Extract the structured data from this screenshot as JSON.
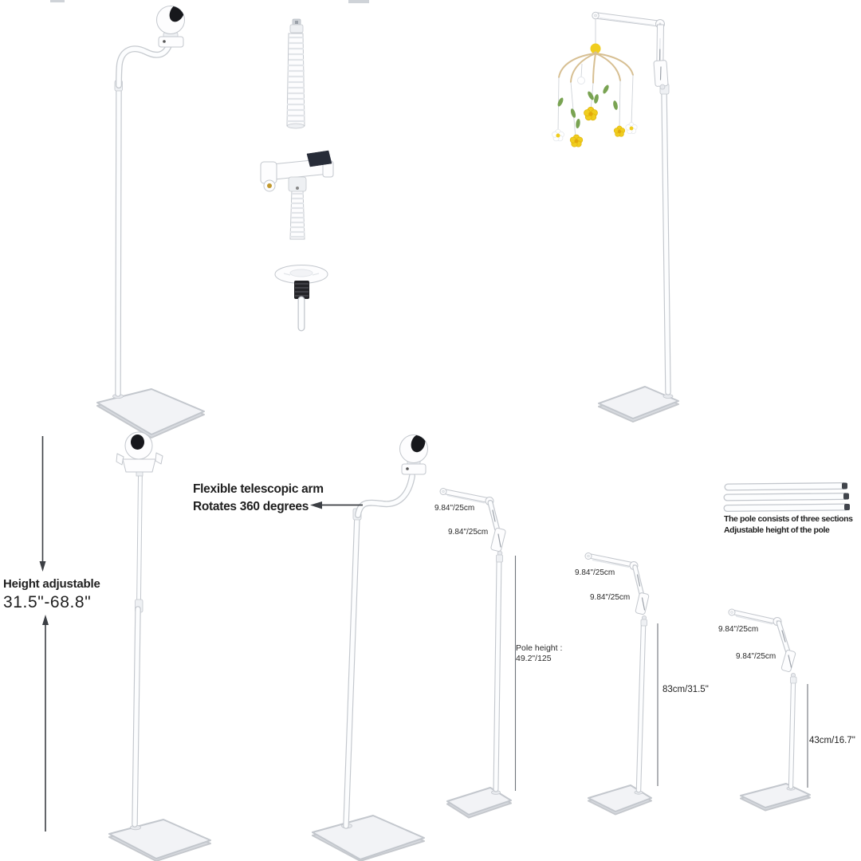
{
  "annotations": {
    "flexible_arm": {
      "line1": "Flexible telescopic arm",
      "line2": "Rotates 360 degrees"
    },
    "height_adjustable": {
      "label": "Height adjustable",
      "range": "31.5\"-68.8\""
    },
    "pole_info": {
      "line1": "The pole consists of three sections",
      "line2": "Adjustable height of the pole"
    }
  },
  "stands": [
    {
      "name": "tall-arm-stand",
      "arm_upper": "9.84\"/25cm",
      "arm_lower": "9.84\"/25cm",
      "pole_label": "Pole height :",
      "pole_value": "49.2\"/125"
    },
    {
      "name": "medium-arm-stand",
      "arm_upper": "9.84\"/25cm",
      "arm_lower": "9.84\"/25cm",
      "height": "83cm/31.5\""
    },
    {
      "name": "short-arm-stand",
      "arm_upper": "9.84\"/25cm",
      "arm_lower": "9.84\"/25cm",
      "height": "43cm/16.7\""
    }
  ],
  "colors": {
    "background": "#ffffff",
    "text": "#1f1f1f",
    "dim_line": "#6f747b",
    "arrow": "#3c3f44",
    "edge": "#c3c7cd",
    "fill": "#fcfdfe",
    "base_fill": "#f2f3f6",
    "base_side": "#d8dbe0",
    "lens": "#17181c",
    "screen": "#272c38",
    "gold": "#c2992e",
    "flower_yellow": "#f0cd1e",
    "flower_center": "#e2a90c",
    "leaf_green": "#79a352",
    "canopy": "#d7bf92",
    "string": "#cfd3d8",
    "dark_tip": "#41454c"
  }
}
